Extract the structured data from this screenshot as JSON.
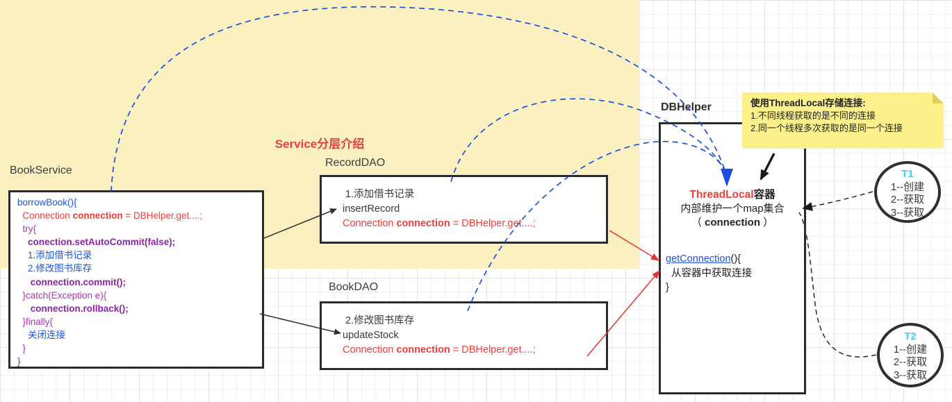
{
  "service_region": {
    "title": "Service分层介绍"
  },
  "book_service": {
    "label": "BookService",
    "code": [
      {
        "parts": [
          {
            "t": "borrowBook(){",
            "cls": "c-blue"
          }
        ]
      },
      {
        "parts": [
          {
            "t": "  Connection ",
            "cls": "c-red"
          },
          {
            "t": "connection",
            "cls": "c-red b"
          },
          {
            "t": " = DBHelper.get....;",
            "cls": "c-red"
          }
        ]
      },
      {
        "parts": [
          {
            "t": "  try{",
            "cls": "c-mag"
          }
        ]
      },
      {
        "parts": [
          {
            "t": "    conection.setAutoCommit(false);",
            "cls": "c-purp"
          }
        ]
      },
      {
        "parts": [
          {
            "t": "    1.添加借书记录",
            "cls": "c-blue"
          }
        ]
      },
      {
        "parts": [
          {
            "t": "    2.修改图书库存",
            "cls": "c-blue"
          }
        ]
      },
      {
        "parts": [
          {
            "t": "     connection.commit();",
            "cls": "c-purp"
          }
        ]
      },
      {
        "parts": [
          {
            "t": "  }catch(Exception e){",
            "cls": "c-mag"
          }
        ]
      },
      {
        "parts": [
          {
            "t": "     connection.rollback();",
            "cls": "c-purp"
          }
        ]
      },
      {
        "parts": [
          {
            "t": "  }finally{",
            "cls": "c-mag"
          }
        ]
      },
      {
        "parts": [
          {
            "t": "    关闭连接",
            "cls": "c-blue"
          }
        ]
      },
      {
        "parts": [
          {
            "t": "  }",
            "cls": "c-mag"
          }
        ]
      },
      {
        "parts": [
          {
            "t": "}",
            "cls": "c-blue"
          }
        ]
      }
    ]
  },
  "record_dao": {
    "label": "RecordDAO",
    "lines": [
      {
        "parts": [
          {
            "t": " 1.添加借书记录",
            "cls": "c-dark"
          }
        ]
      },
      {
        "parts": [
          {
            "t": "insertRecord",
            "cls": "c-dark"
          }
        ]
      },
      {
        "parts": [
          {
            "t": "Connection ",
            "cls": "c-red"
          },
          {
            "t": "connection",
            "cls": "c-red b"
          },
          {
            "t": " = DBHelper.get....;",
            "cls": "c-red"
          }
        ]
      }
    ]
  },
  "book_dao": {
    "label": "BookDAO",
    "lines": [
      {
        "parts": [
          {
            "t": " 2.修改图书库存",
            "cls": "c-dark"
          }
        ]
      },
      {
        "parts": [
          {
            "t": "updateStock",
            "cls": "c-dark"
          }
        ]
      },
      {
        "parts": [
          {
            "t": "Connection ",
            "cls": "c-red"
          },
          {
            "t": "connection",
            "cls": "c-red b"
          },
          {
            "t": " = DBHelper.get....;",
            "cls": "c-red"
          }
        ]
      }
    ]
  },
  "db_helper": {
    "label": "DBHelper",
    "header_lines": [
      {
        "parts": [
          {
            "t": "ThreadLocal",
            "cls": "c-red b"
          },
          {
            "t": "容器",
            "cls": "c-ink b"
          }
        ]
      },
      {
        "parts": [
          {
            "t": "内部维护一个map集合",
            "cls": "c-ink"
          }
        ]
      },
      {
        "parts": [
          {
            "t": "（ ",
            "cls": "c-ink"
          },
          {
            "t": "connection",
            "cls": "c-ink b"
          },
          {
            "t": " ）",
            "cls": "c-ink"
          }
        ]
      }
    ],
    "method_lines": [
      {
        "parts": [
          {
            "t": "getConnection",
            "cls": "c-blue u"
          },
          {
            "t": "(){",
            "cls": "c-ink"
          }
        ]
      },
      {
        "parts": [
          {
            "t": "  从容器中获取连接",
            "cls": "c-ink"
          }
        ]
      },
      {
        "parts": [
          {
            "t": "}",
            "cls": "c-ink"
          }
        ]
      }
    ]
  },
  "sticky_note": {
    "lines": [
      "使用ThreadLocal存储连接:",
      "1.不同线程获取的是不同的连接",
      "2.同一个线程多次获取的是同一个连接"
    ]
  },
  "threads": [
    {
      "lines": [
        "T1",
        "1--创建",
        "2--获取",
        "3--获取"
      ]
    },
    {
      "lines": [
        "T2",
        "1--创建",
        "2--获取",
        "3--获取"
      ]
    }
  ],
  "colors": {
    "region_yellow": "#faf0c0",
    "note_yellow": "#fbf08a",
    "accent_red": "#e8413c",
    "code_blue": "#1d54dc",
    "code_red": "#ea3e3b",
    "code_magenta": "#b431b4",
    "code_purple": "#8d23a8",
    "arrow_blue": "#1c4fe0",
    "arrow_red": "#e63434",
    "arrow_black": "#333333",
    "thread_cyan": "#45cfe8"
  }
}
